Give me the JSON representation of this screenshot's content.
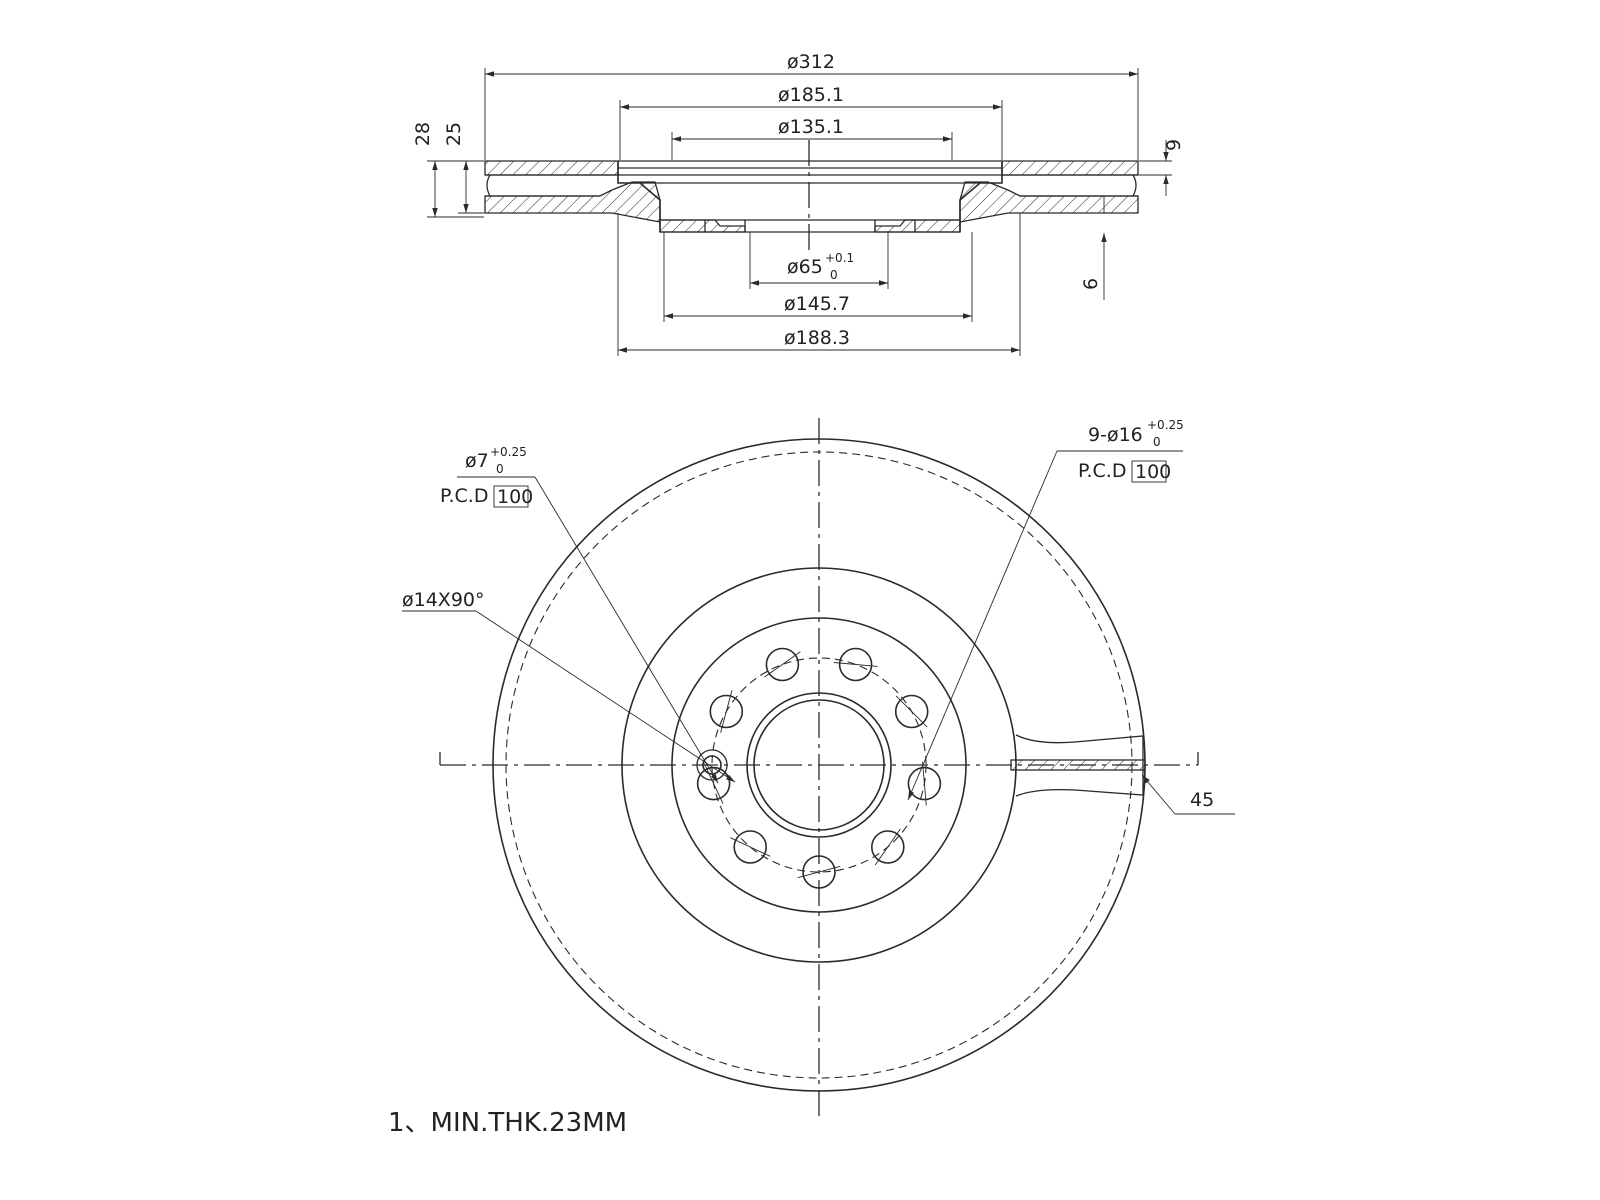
{
  "section_view": {
    "dims": {
      "outer_dia": "ø312",
      "face_dia": "ø185.1",
      "hat_dia": "ø135.1",
      "total_height": "28",
      "disc_thickness": "25",
      "top_flange": "9",
      "hub_thickness": "6",
      "center_bore_main": "ø65",
      "center_bore_tol_upper": "+0.1",
      "center_bore_tol_lower": "0",
      "hub_dia": "ø145.7",
      "inner_dia": "ø188.3"
    }
  },
  "front_view": {
    "small_hole": {
      "main": "ø7",
      "tol_upper": "+0.25",
      "tol_lower": "0",
      "pcd_label": "P.C.D",
      "pcd_value": "100"
    },
    "countersink": "ø14X90°",
    "bolt_holes": {
      "main": "9-ø16",
      "tol_upper": "+0.25",
      "tol_lower": "0",
      "pcd_label": "P.C.D",
      "pcd_value": "100"
    },
    "section_label": "45"
  },
  "notes": {
    "min_thickness": "1、MIN.THK.23MM"
  }
}
